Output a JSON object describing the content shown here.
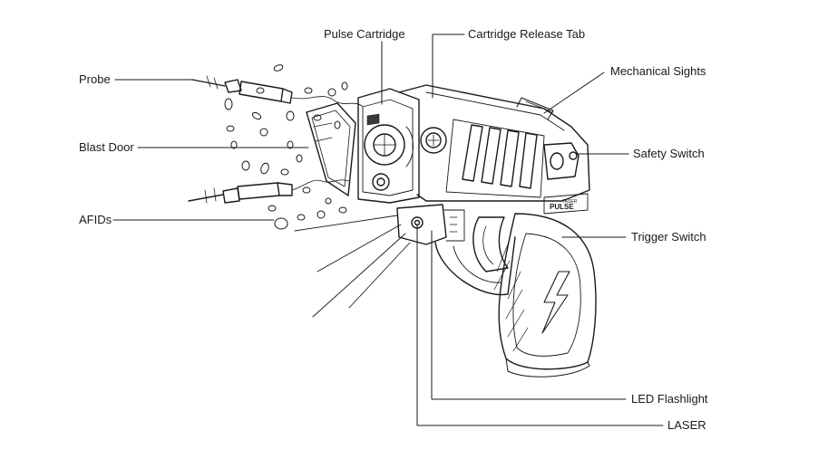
{
  "labels": {
    "probe": "Probe",
    "blast_door": "Blast Door",
    "afids": "AFIDs",
    "pulse_cartridge": "Pulse Cartridge",
    "cartridge_release_tab": "Cartridge Release Tab",
    "mechanical_sights": "Mechanical Sights",
    "safety_switch": "Safety Switch",
    "trigger_switch": "Trigger Switch",
    "led_flashlight": "LED Flashlight",
    "laser": "LASER"
  },
  "device_markings": {
    "brand_small": "TASER",
    "model": "PULSE"
  },
  "colors": {
    "line": "#1a1a1a",
    "background": "#ffffff",
    "shade": "#3a3a3a"
  }
}
